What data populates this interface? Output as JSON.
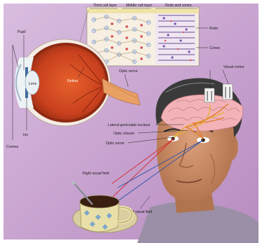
{
  "retina_panel": {
    "layers": [
      "Third cell layer",
      "Middle cell layer",
      "Rods and cones"
    ],
    "cells": [
      "Rods",
      "Cones"
    ]
  },
  "eye_parts": {
    "pupil": "Pupil",
    "cornea": "Cornea",
    "lens": "Lens",
    "iris": "Iris",
    "retina": "Retina",
    "optic_nerve": "Optic nerve"
  },
  "brain_parts": {
    "visual_cortex": "Visual cortex",
    "lateral_geniculate_nucleus": "Lateral geniculate nucleus",
    "optic_chiasm": "Optic chiasm",
    "optic_nerve": "Optic nerve"
  },
  "fields": {
    "right": "Right visual field",
    "left": "Left visual field"
  },
  "colors": {
    "background": "#c9a4cf",
    "eye_interior": "#c8401e",
    "brain": "#f1b3b8",
    "skin": "#c98a63",
    "hair": "#3a3a3a",
    "sweater": "#9a8fa6",
    "mug": "#e8e0a8",
    "coffee": "#3a1e10",
    "leader_red": "#d4272b",
    "leader_blue": "#2a4fa8"
  }
}
